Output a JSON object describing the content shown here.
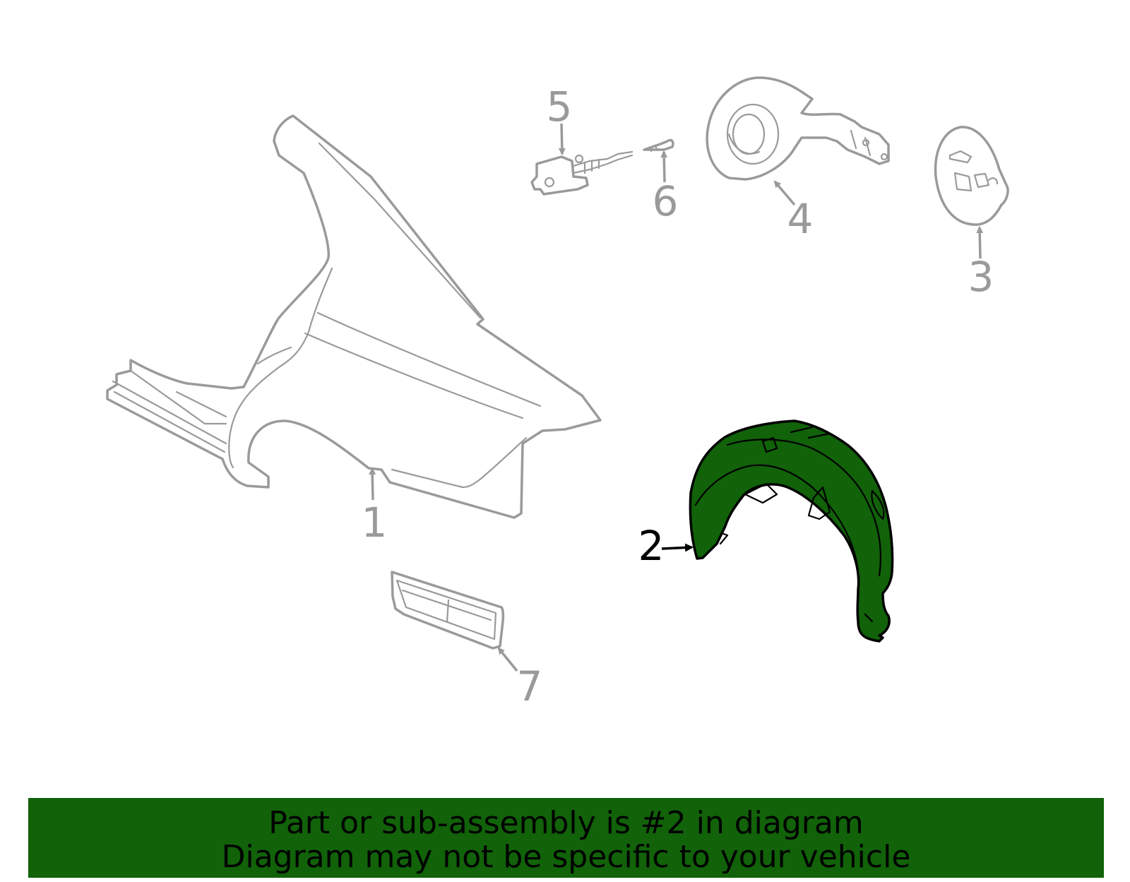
{
  "colors": {
    "highlight_fill": "#116209",
    "part_stroke": "#9a9a9a",
    "active_stroke": "#000000",
    "banner_background": "#116209"
  },
  "callouts": {
    "c1": "1",
    "c2": "2",
    "c3": "3",
    "c4": "4",
    "c5": "5",
    "c6": "6",
    "c7": "7"
  },
  "highlighted_part": "2",
  "banner": {
    "line1": "Part or sub-assembly is #2 in diagram",
    "line2": "Diagram may not be specific to your vehicle"
  }
}
